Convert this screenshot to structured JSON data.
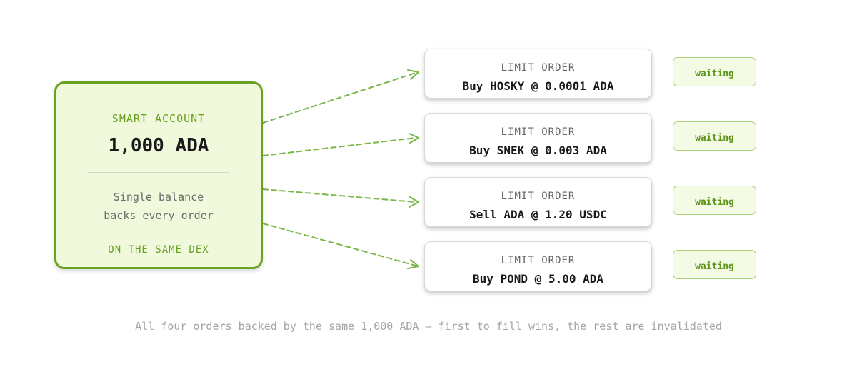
{
  "account": {
    "label": "SMART ACCOUNT",
    "balance": "1,000 ADA",
    "description_lines": [
      "Single balance",
      "backs every order"
    ],
    "footer": "ON THE SAME DEX"
  },
  "orders": [
    {
      "kind": "LIMIT ORDER",
      "text": "Buy HOSKY @ 0.0001 ADA",
      "status": "waiting"
    },
    {
      "kind": "LIMIT ORDER",
      "text": "Buy SNEK @ 0.003 ADA",
      "status": "waiting"
    },
    {
      "kind": "LIMIT ORDER",
      "text": "Sell ADA @ 1.20 USDC",
      "status": "waiting"
    },
    {
      "kind": "LIMIT ORDER",
      "text": "Buy POND @ 5.00 ADA",
      "status": "waiting"
    }
  ],
  "caption": "All four orders backed by the same 1,000 ADA — first to fill wins, the rest are invalidated",
  "colors": {
    "accent": "#6aa121",
    "account_fill": "#f1f9dc",
    "connector": "#7ab648",
    "badge_border": "#a9d177",
    "badge_text": "#5f961d"
  }
}
